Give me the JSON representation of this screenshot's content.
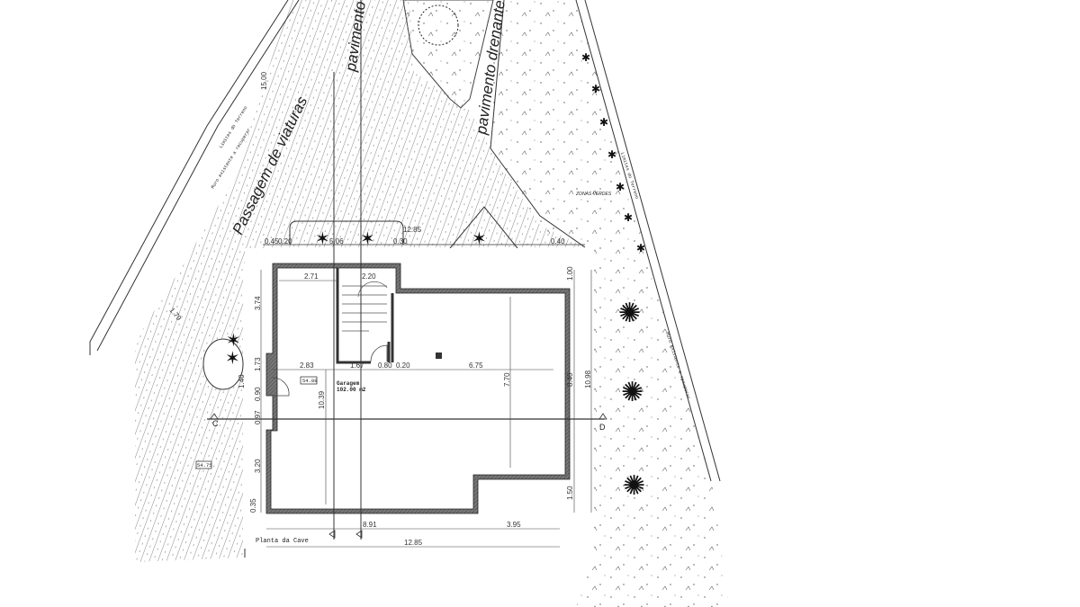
{
  "drawing": {
    "title": "Planta da Cave",
    "labels": {
      "passagem": "Passagem de viaturas",
      "pavimento1": "pavimento",
      "pavimento_drenante": "pavimento drenante",
      "limite_esq": "Limites do Terreno",
      "muro": "Muro existente a recuperar",
      "limite_dir": "Limites do Terreno",
      "zonas_verdes": "ZONAS VERDES",
      "muro_dir": "Muro existente a recuperar",
      "top_dim": "15.00",
      "slope": "1.79"
    },
    "room": {
      "name": "Garagem",
      "area": "102.00 m2"
    },
    "level_tags": [
      "54.88",
      "54.75"
    ],
    "section_marks": {
      "left": "C",
      "right": "D"
    },
    "dims": {
      "d1285_top": "12.85",
      "d045": "0.45",
      "d020a": "0.20",
      "d506": "5.06",
      "d030": "0.30",
      "d040": "0.40",
      "d271": "2.71",
      "d220": "2.20",
      "d283": "2.83",
      "d167": "1.67",
      "d080": "0.80",
      "d020b": "0.20",
      "d675": "6.75",
      "d374": "3.74",
      "d173": "1.73",
      "d140": "1.40",
      "d090": "0.90",
      "d097": "0.97",
      "d320": "3.20",
      "d035": "0.35",
      "d1039": "10.39",
      "d770": "7.70",
      "d100": "1.00",
      "d840": "8.40",
      "d1098": "10.98",
      "d150": "1.50",
      "d891": "8.91",
      "d395": "3.95",
      "d1285_bot": "12.85"
    }
  }
}
